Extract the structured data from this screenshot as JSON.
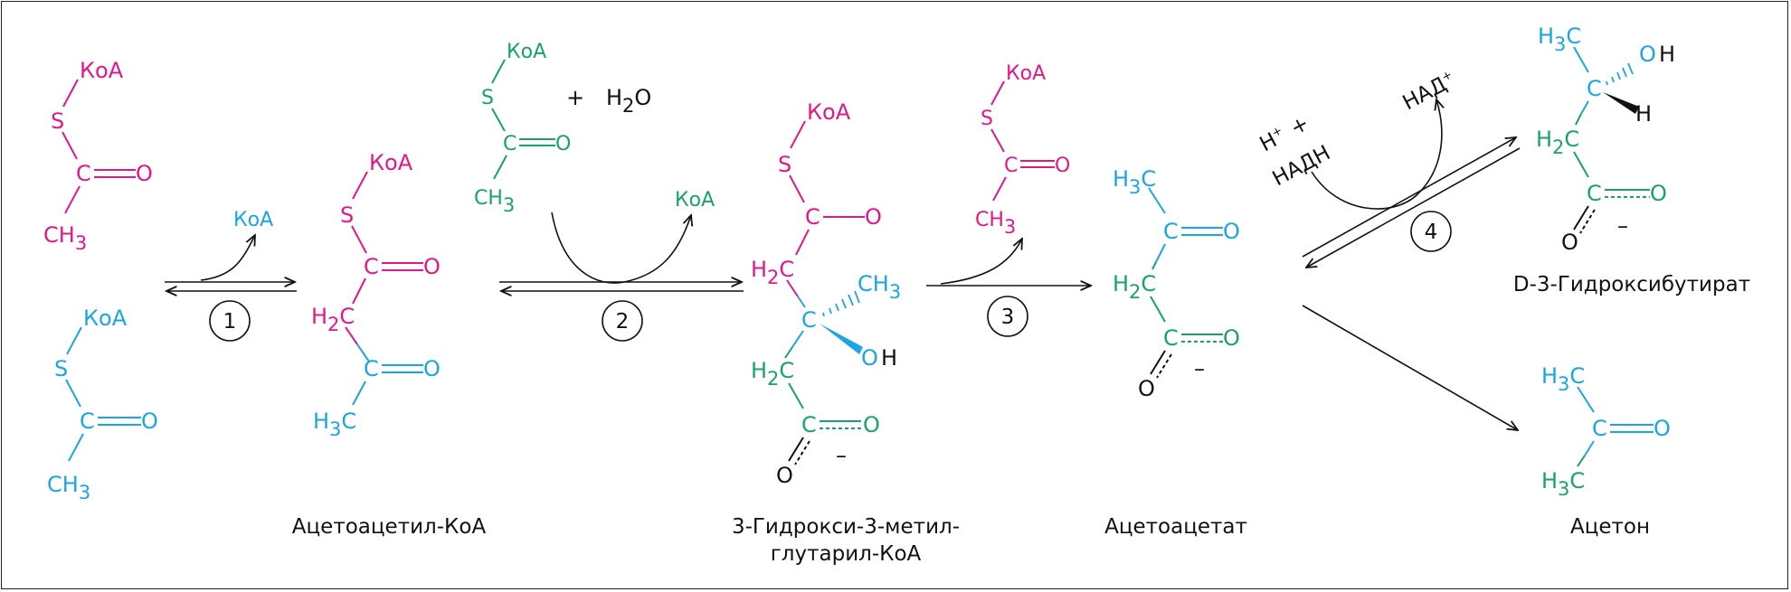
{
  "colors": {
    "magenta": "#e2188a",
    "cyan": "#1aa6e0",
    "green": "#17a36b",
    "black": "#111111"
  },
  "atoms": {
    "koa": "КоА",
    "s": "S",
    "c": "C",
    "o": "O",
    "h": "H",
    "oh_o": "O",
    "ch": "CH",
    "h2": "H",
    "sub2": "2",
    "sub3": "3",
    "minus": "–",
    "plus": "+",
    "water_h": "H",
    "water_o": "O",
    "hplus_sup": "+",
    "nad_sup": "+"
  },
  "cofactors": {
    "nad": "НАД",
    "nadh": "НАДН",
    "koa_released": "КоА"
  },
  "steps": [
    "1",
    "2",
    "3",
    "4"
  ],
  "labels": {
    "acetoacetyl_coa": "Ацетоацетил-КоА",
    "hmg_coa_line1": "3-Гидрокси-3-метил-",
    "hmg_coa_line2": "глутарил-КоА",
    "acetoacetate": "Ацетоацетат",
    "hydroxybutyrate": "D-3-Гидроксибутират",
    "acetone": "Ацетон"
  }
}
